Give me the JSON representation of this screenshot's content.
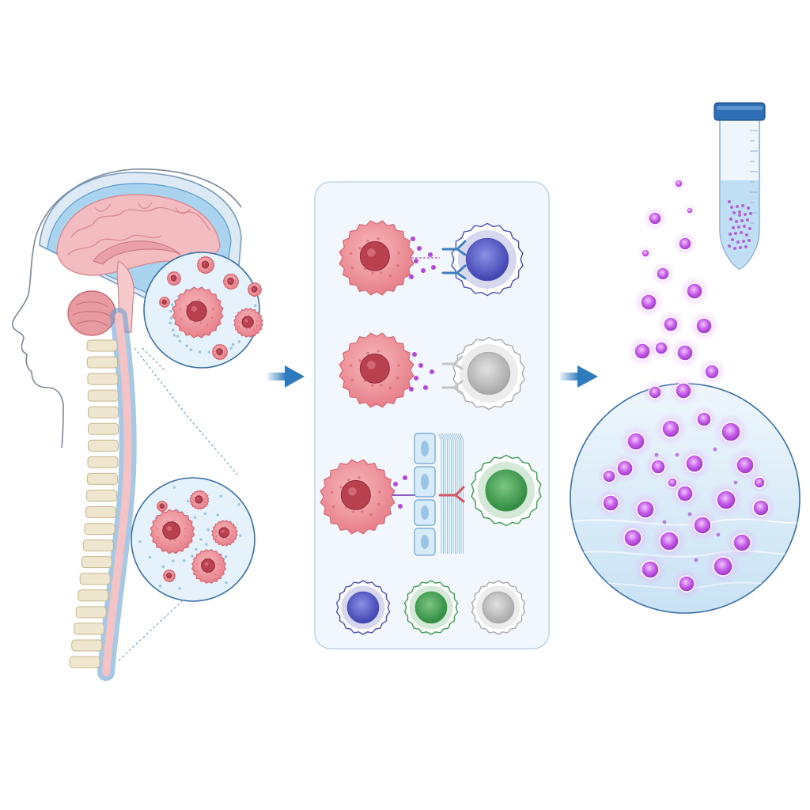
{
  "colors": {
    "background": "#ffffff",
    "csf_blue": "#a9d3ee",
    "brain_pink": "#f2b8bc",
    "tumor_cell": "#ec8f97",
    "tumor_nucleus": "#b8404f",
    "immune_cell_blue": "#5b5fc7",
    "immune_cell_green": "#3f9b4f",
    "immune_cell_grey": "#c6c6c6",
    "vesicle_purple": "#b14ad6",
    "arrow_blue": "#2f79bd",
    "panel_fill": "#f1f7fc",
    "panel_border": "#bfd6ea",
    "tube_cap": "#2f6fb5"
  },
  "icons": {
    "brain": "brain-icon",
    "spine": "spine-icon",
    "tumor_cell": "tumor-cell-icon",
    "t_cell": "t-cell-icon",
    "test_tube": "test-tube-icon",
    "arrow": "arrow-right-icon"
  },
  "stages": [
    {
      "id": "source",
      "content": "csf-with-tumor-cells"
    },
    {
      "id": "interactions",
      "content": "tumor-immune-cell-interactions"
    },
    {
      "id": "collection",
      "content": "extracellular-vesicles-in-sample-tube"
    }
  ]
}
